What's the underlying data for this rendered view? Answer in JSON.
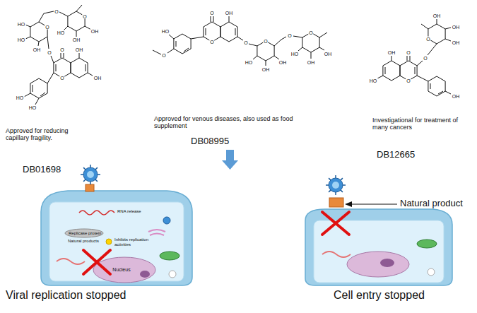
{
  "diagram": {
    "labels": [
      "HO",
      "HO",
      "O",
      "OH",
      "O",
      "O",
      "OH",
      "OH",
      "HO",
      "O",
      "O",
      "OH",
      "OH",
      "O",
      "HO",
      "HO",
      "Approved for reducing capillary fragility.",
      "DB01698",
      "HO",
      "O",
      "O",
      "O",
      "OH",
      "O",
      "O",
      "HO",
      "OH",
      "OH",
      "O",
      "O",
      "OH",
      "OH",
      "HO",
      "Approved for venous diseases, also used as food supplement",
      "DB08995",
      "OH",
      "OH",
      "OH",
      "O",
      "O",
      "O",
      "OH",
      "HO",
      "O",
      "OH",
      "Investigational for treatment of many cancers",
      "DB12665",
      "RNA release",
      "Replicase protein",
      "Natural products",
      "Inhibits replication activities",
      "Nucleus",
      "Natural product",
      "Viral replication stopped",
      "Cell entry stopped"
    ]
  }
}
